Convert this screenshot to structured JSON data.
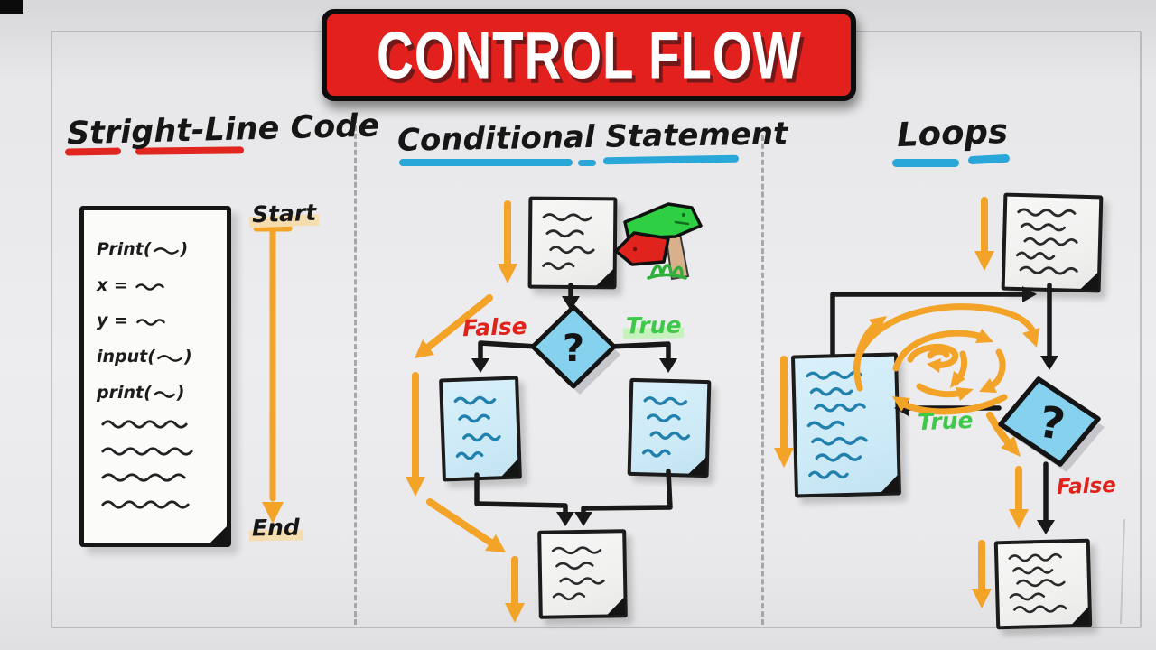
{
  "title": {
    "text": "CONTROL FLOW"
  },
  "sections": {
    "straight_line": {
      "heading": "Stright-Line Code",
      "code_lines": [
        {
          "pre": "Print(",
          "post": ")"
        },
        {
          "pre": "x = ",
          "post": ""
        },
        {
          "pre": "y = ",
          "post": ""
        },
        {
          "pre": "input(",
          "post": ")"
        },
        {
          "pre": "print(",
          "post": ")"
        }
      ],
      "start_label": "Start",
      "end_label": "End"
    },
    "conditional": {
      "heading": "Conditional Statement",
      "question_mark": "?",
      "false_label": "False",
      "true_label": "True"
    },
    "loops": {
      "heading": "Loops",
      "question_mark": "?",
      "true_label": "True",
      "false_label": "False"
    }
  },
  "colors": {
    "banner_red": "#e2201d",
    "underline_red": "#e0261f",
    "underline_blue": "#29a7d8",
    "arrow_orange": "#f2a328",
    "true_green": "#3ec94b",
    "false_red": "#e0221b",
    "diamond_blue": "#86d2ee",
    "paper_blue": "#cdeaf7",
    "squiggle_blue": "#2180ad"
  }
}
